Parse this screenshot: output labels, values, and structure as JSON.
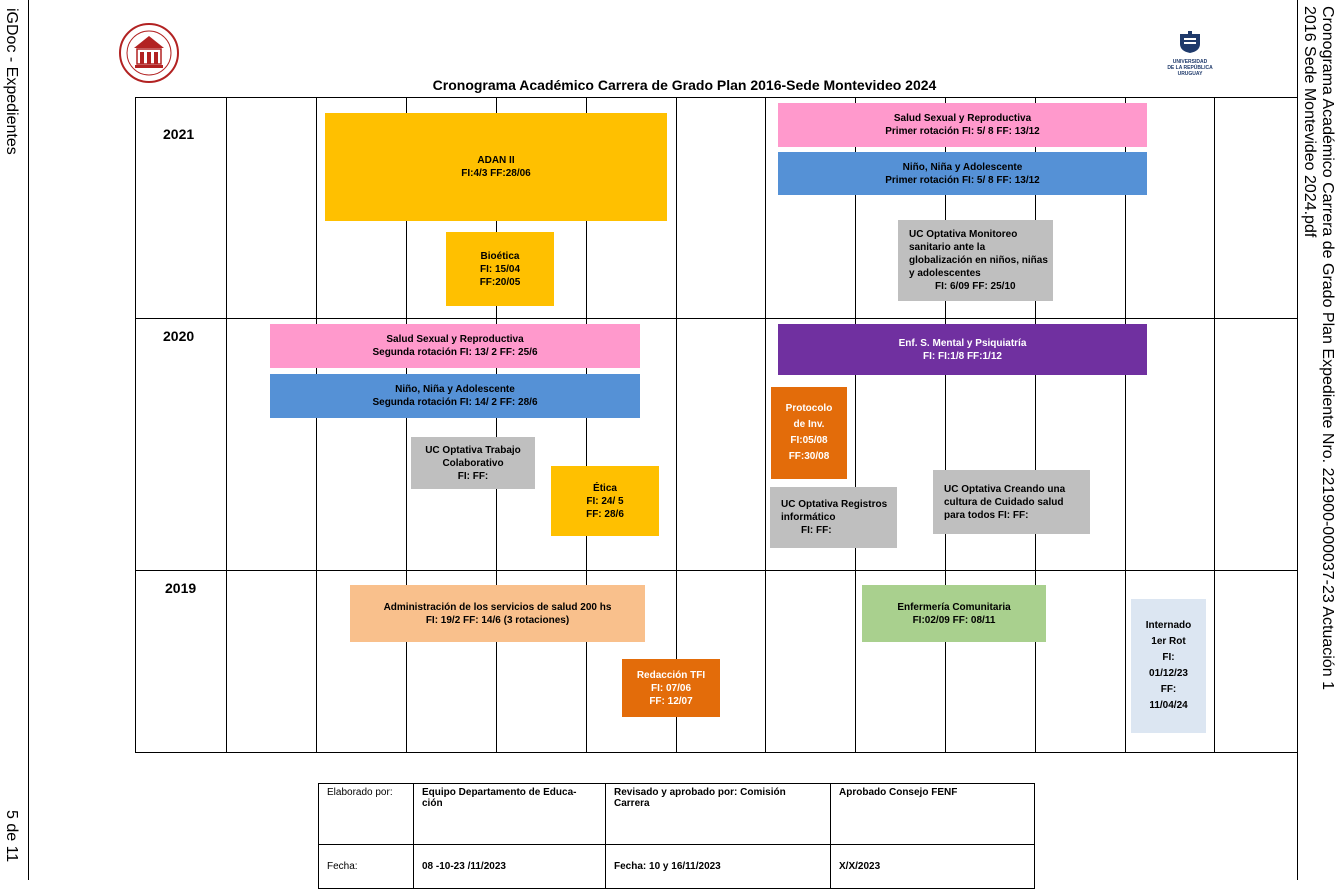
{
  "side": {
    "left_top": "iGDoc - Expedientes",
    "left_bottom": "5 de 11",
    "right_line1": "Cronograma Académico Carrera de Grado Plan    Expediente Nro. 221900-000037-23 Actuación 1",
    "right_line2": "2016 Sede Montevideo 2024.pdf"
  },
  "logos": {
    "left": "Facultad de Enfermería",
    "right_l1": "UNIVERSIDAD",
    "right_l2": "DE LA REPÚBLICA",
    "right_l3": "URUGUAY"
  },
  "title": "Cronograma Académico Carrera de Grado Plan 2016-Sede Montevideo 2024",
  "years": {
    "y2021": "2021",
    "y2020": "2020",
    "y2019": "2019"
  },
  "blocks": {
    "adan": {
      "l1": "ADAN II",
      "l2": "FI:4/3  FF:28/06"
    },
    "bioetica": {
      "l1": "Bioética",
      "l2": "FI: 15/04",
      "l3": "FF:20/05"
    },
    "ssr2021": {
      "l1": "Salud Sexual y Reproductiva",
      "l2": "Primer rotación  FI: 5/ 8 FF: 13/12"
    },
    "nna2021": {
      "l1": "Niño, Niña y Adolescente",
      "l2": "Primer rotación FI: 5/ 8  FF: 13/12"
    },
    "monitoreo": {
      "l1": "UC Optativa Monitoreo",
      "l2": "sanitario ante la",
      "l3": "globalización en niños, niñas",
      "l4": "y adolescentes",
      "l5": "FI:  6/09 FF: 25/10"
    },
    "ssr2020": {
      "l1": "Salud Sexual y Reproductiva",
      "l2": "Segunda rotación  FI: 13/ 2  FF: 25/6"
    },
    "nna2020": {
      "l1": "Niño, Niña y Adolescente",
      "l2": "Segunda rotación FI: 14/ 2  FF: 28/6"
    },
    "trabajo": {
      "l1": "UC Optativa Trabajo",
      "l2": "Colaborativo",
      "l3": "FI:  FF:"
    },
    "etica": {
      "l1": "Ética",
      "l2": "FI: 24/ 5",
      "l3": "FF: 28/6"
    },
    "mental": {
      "l1": "Enf. S. Mental y Psiquiatría",
      "l2": "FI: FI:1/8   FF:1/12"
    },
    "protocolo": {
      "l1": "Protocolo",
      "l2": "de Inv.",
      "l3": "FI:05/08",
      "l4": "FF:30/08"
    },
    "registros": {
      "l1": "UC Optativa Registros",
      "l2": "informático",
      "l3": "FI:  FF:"
    },
    "cuidado": {
      "l1": "UC Optativa Creando una",
      "l2": "cultura de Cuidado  salud",
      "l3": "para todos  FI:  FF:"
    },
    "admin": {
      "l1": "Administración de los servicios de salud 200 hs",
      "l2": "FI: 19/2   FF: 14/6 (3 rotaciones)"
    },
    "comunitaria": {
      "l1": "Enfermería Comunitaria",
      "l2": "FI:02/09   FF:  08/11"
    },
    "tfi": {
      "l1": "Redacción TFI",
      "l2": "FI: 07/06",
      "l3": "FF: 12/07"
    },
    "internado": {
      "l1": "Internado",
      "l2": "1er Rot",
      "l3": "FI:",
      "l4": "01/12/23",
      "l5": "FF:",
      "l6": "11/04/24"
    }
  },
  "footer": {
    "elab_label": "Elaborado por:",
    "elab_value": "Equipo Departamento de Educa-ción",
    "revisado": "Revisado y aprobado por: Comisión Carrera",
    "aprobado": "Aprobado Consejo FENF",
    "fecha_label": "Fecha:",
    "fecha1": "08 -10-23 /11/2023",
    "fecha2": "Fecha: 10 y 16/11/2023",
    "fecha3": "X/X/2023"
  },
  "colors": {
    "yellow": "#ffc000",
    "pink": "#ff99cc",
    "blue": "#5591d6",
    "grey": "#bfbfbf",
    "purple": "#7030a0",
    "orange": "#e36c0a",
    "peach": "#f9c08c",
    "green": "#a9d08e",
    "lightblue": "#dce6f2"
  }
}
